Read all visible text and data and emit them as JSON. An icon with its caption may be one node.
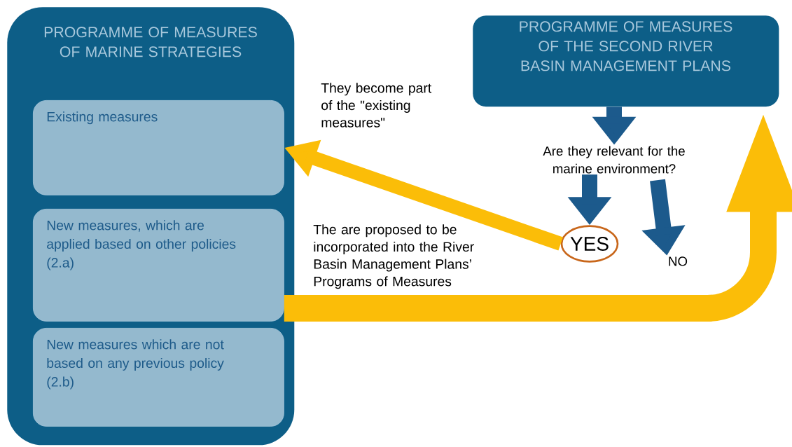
{
  "diagram": {
    "nodes": [
      {
        "text": [
          "PROGRAMME OF MEASURES OF MARINE STRATEGIES"
        ]
      },
      {
        "text": [
          "Existing measures"
        ],
        "in": 0
      },
      {
        "text": [
          "New measures, which are applied based on other policies (2.a)"
        ],
        "in": 0
      },
      {
        "text": [
          "New measures which are not based on any previous policy (2.b)"
        ],
        "in": 0
      },
      {
        "text": [
          "PROGRAMME OF MEASURES OF THE SECOND RIVER BASIN MANAGEMENT PLANS"
        ]
      },
      {
        "text": [
          "Are they relevant for the marine environment?"
        ]
      },
      {
        "text": [
          "YES"
        ]
      },
      {
        "text": [
          "NO"
        ]
      }
    ],
    "edges": [
      {
        "from": 4,
        "to": 5,
        "arrow": "to"
      },
      {
        "from": 5,
        "to": 6,
        "arrow": "to"
      },
      {
        "from": 5,
        "to": 7,
        "arrow": "to"
      },
      {
        "from": 6,
        "to": 1,
        "arrow": "to",
        "color": "#fbbd08",
        "label": "They become part of the \"existing measures\""
      },
      {
        "from": 2,
        "to": 4,
        "arrow": "to",
        "color": "#fbbd08",
        "label": "The are proposed to be incorporated into the River Basin Management Plans’ Programs of Measures"
      }
    ]
  }
}
